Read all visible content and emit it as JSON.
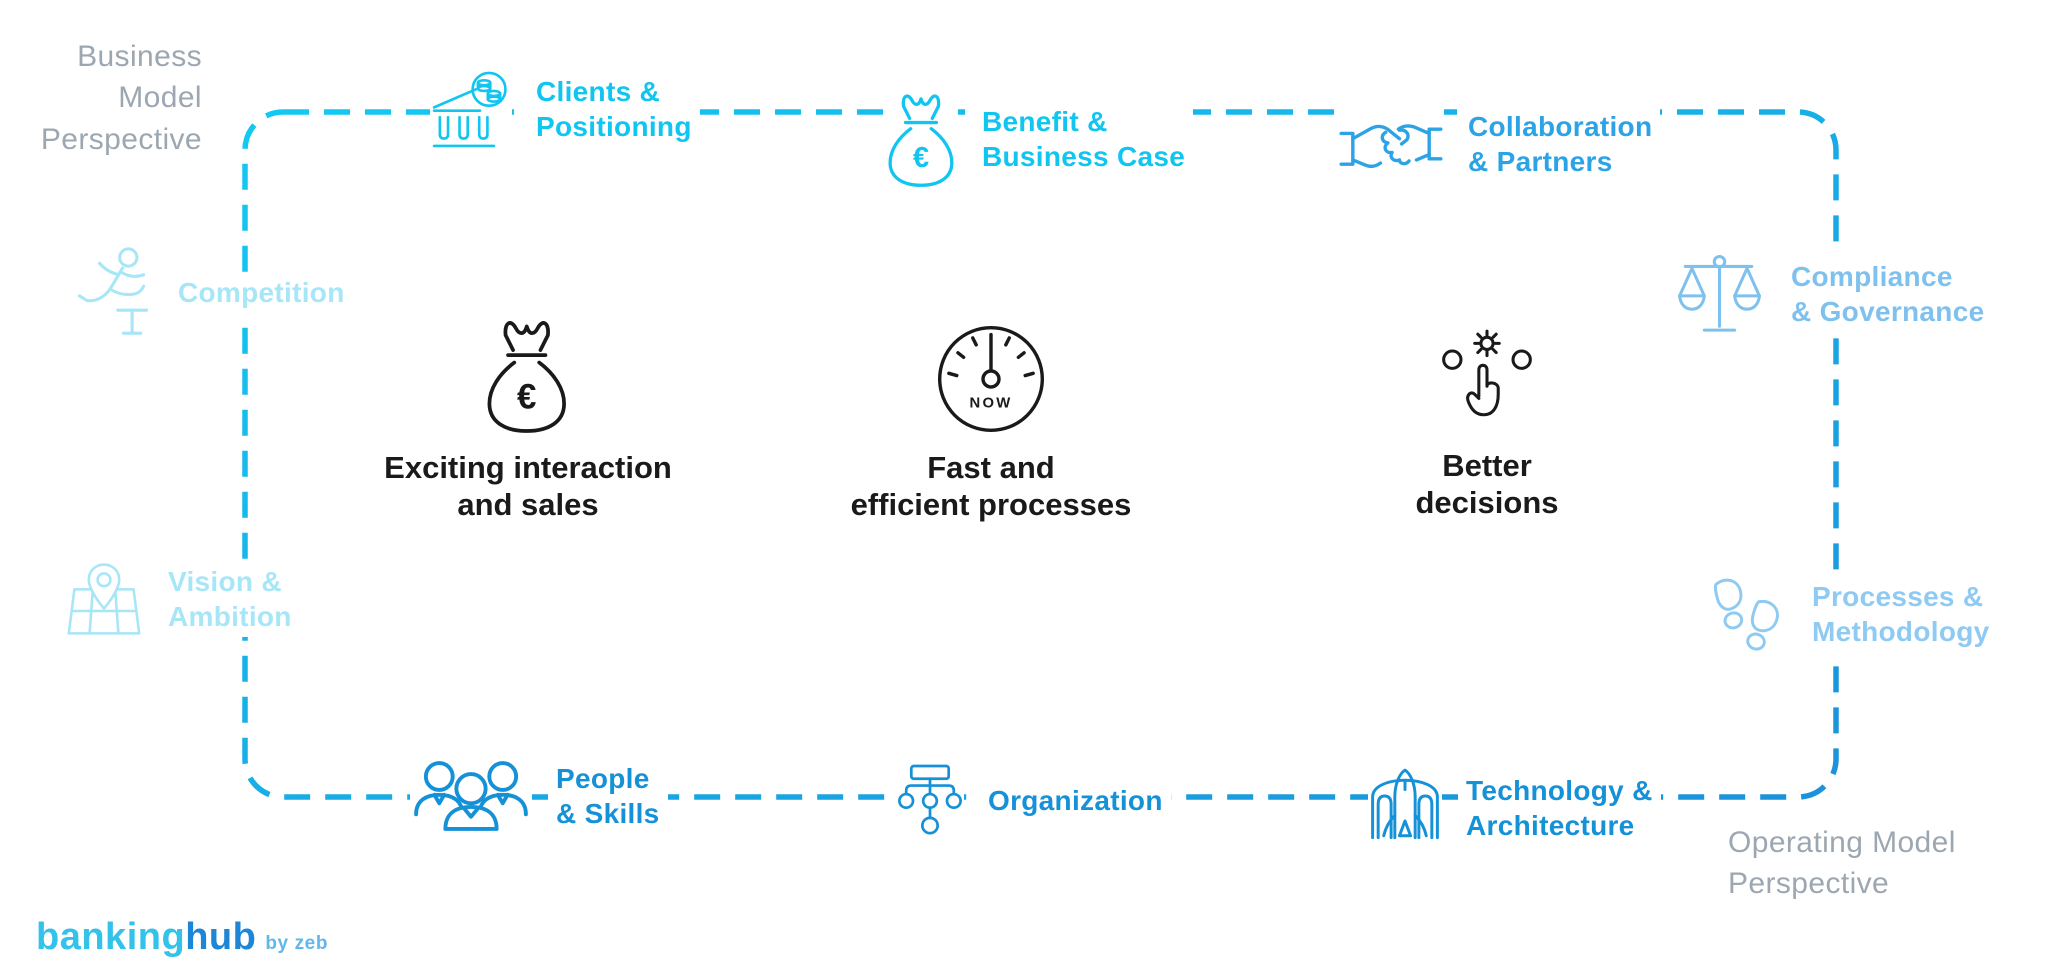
{
  "perspectives": {
    "business_model": "Business Model\nPerspective",
    "operating_model": "Operating Model\nPerspective",
    "color": "#9CA7B2"
  },
  "border": {
    "style": "dashed",
    "color_start": "#14C9F2",
    "color_end": "#1B92DA"
  },
  "ring_nodes": [
    {
      "id": "clients-positioning",
      "label": "Clients &\nPositioning",
      "icon": "bank-coins-icon",
      "color": "#10C5F0"
    },
    {
      "id": "benefit-business-case",
      "label": "Benefit &\nBusiness Case",
      "icon": "money-bag-icon",
      "color": "#10C5F0"
    },
    {
      "id": "collaboration-partners",
      "label": "Collaboration\n& Partners",
      "icon": "handshake-icon",
      "color": "#2BA3E5"
    },
    {
      "id": "compliance-governance",
      "label": "Compliance\n& Governance",
      "icon": "scales-icon",
      "color": "#7FC1EE"
    },
    {
      "id": "processes-methodology",
      "label": "Processes &\nMethodology",
      "icon": "footprints-icon",
      "color": "#8ECAF2"
    },
    {
      "id": "competition",
      "label": "Competition",
      "icon": "hurdle-runner-icon",
      "color": "#A6E6F7"
    },
    {
      "id": "vision-ambition",
      "label": "Vision &\nAmbition",
      "icon": "map-pin-icon",
      "color": "#A6E6F7"
    },
    {
      "id": "people-skills",
      "label": "People\n& Skills",
      "icon": "team-icon",
      "color": "#1591D8"
    },
    {
      "id": "organization",
      "label": "Organization",
      "icon": "org-chart-icon",
      "color": "#1591D8"
    },
    {
      "id": "technology-architecture",
      "label": "Technology &\nArchitecture",
      "icon": "rocket-icon",
      "color": "#1591D8"
    }
  ],
  "center_items": [
    {
      "id": "exciting-interaction-sales",
      "label": "Exciting interaction\nand sales",
      "icon": "money-bag-icon",
      "color": "#1A1A1A"
    },
    {
      "id": "fast-efficient-processes",
      "label": "Fast and\nefficient processes",
      "icon": "speedometer-icon",
      "gauge_text": "NOW",
      "color": "#1A1A1A"
    },
    {
      "id": "better-decisions",
      "label": "Better\ndecisions",
      "icon": "decision-hand-icon",
      "color": "#1A1A1A"
    }
  ],
  "symbols": {
    "euro": "€"
  },
  "logo": {
    "part1": "banking",
    "part2": "hub",
    "byline": "by zeb",
    "color1": "#33C2EA",
    "color2": "#1E86D6",
    "color_byline": "#5FB8E9"
  }
}
